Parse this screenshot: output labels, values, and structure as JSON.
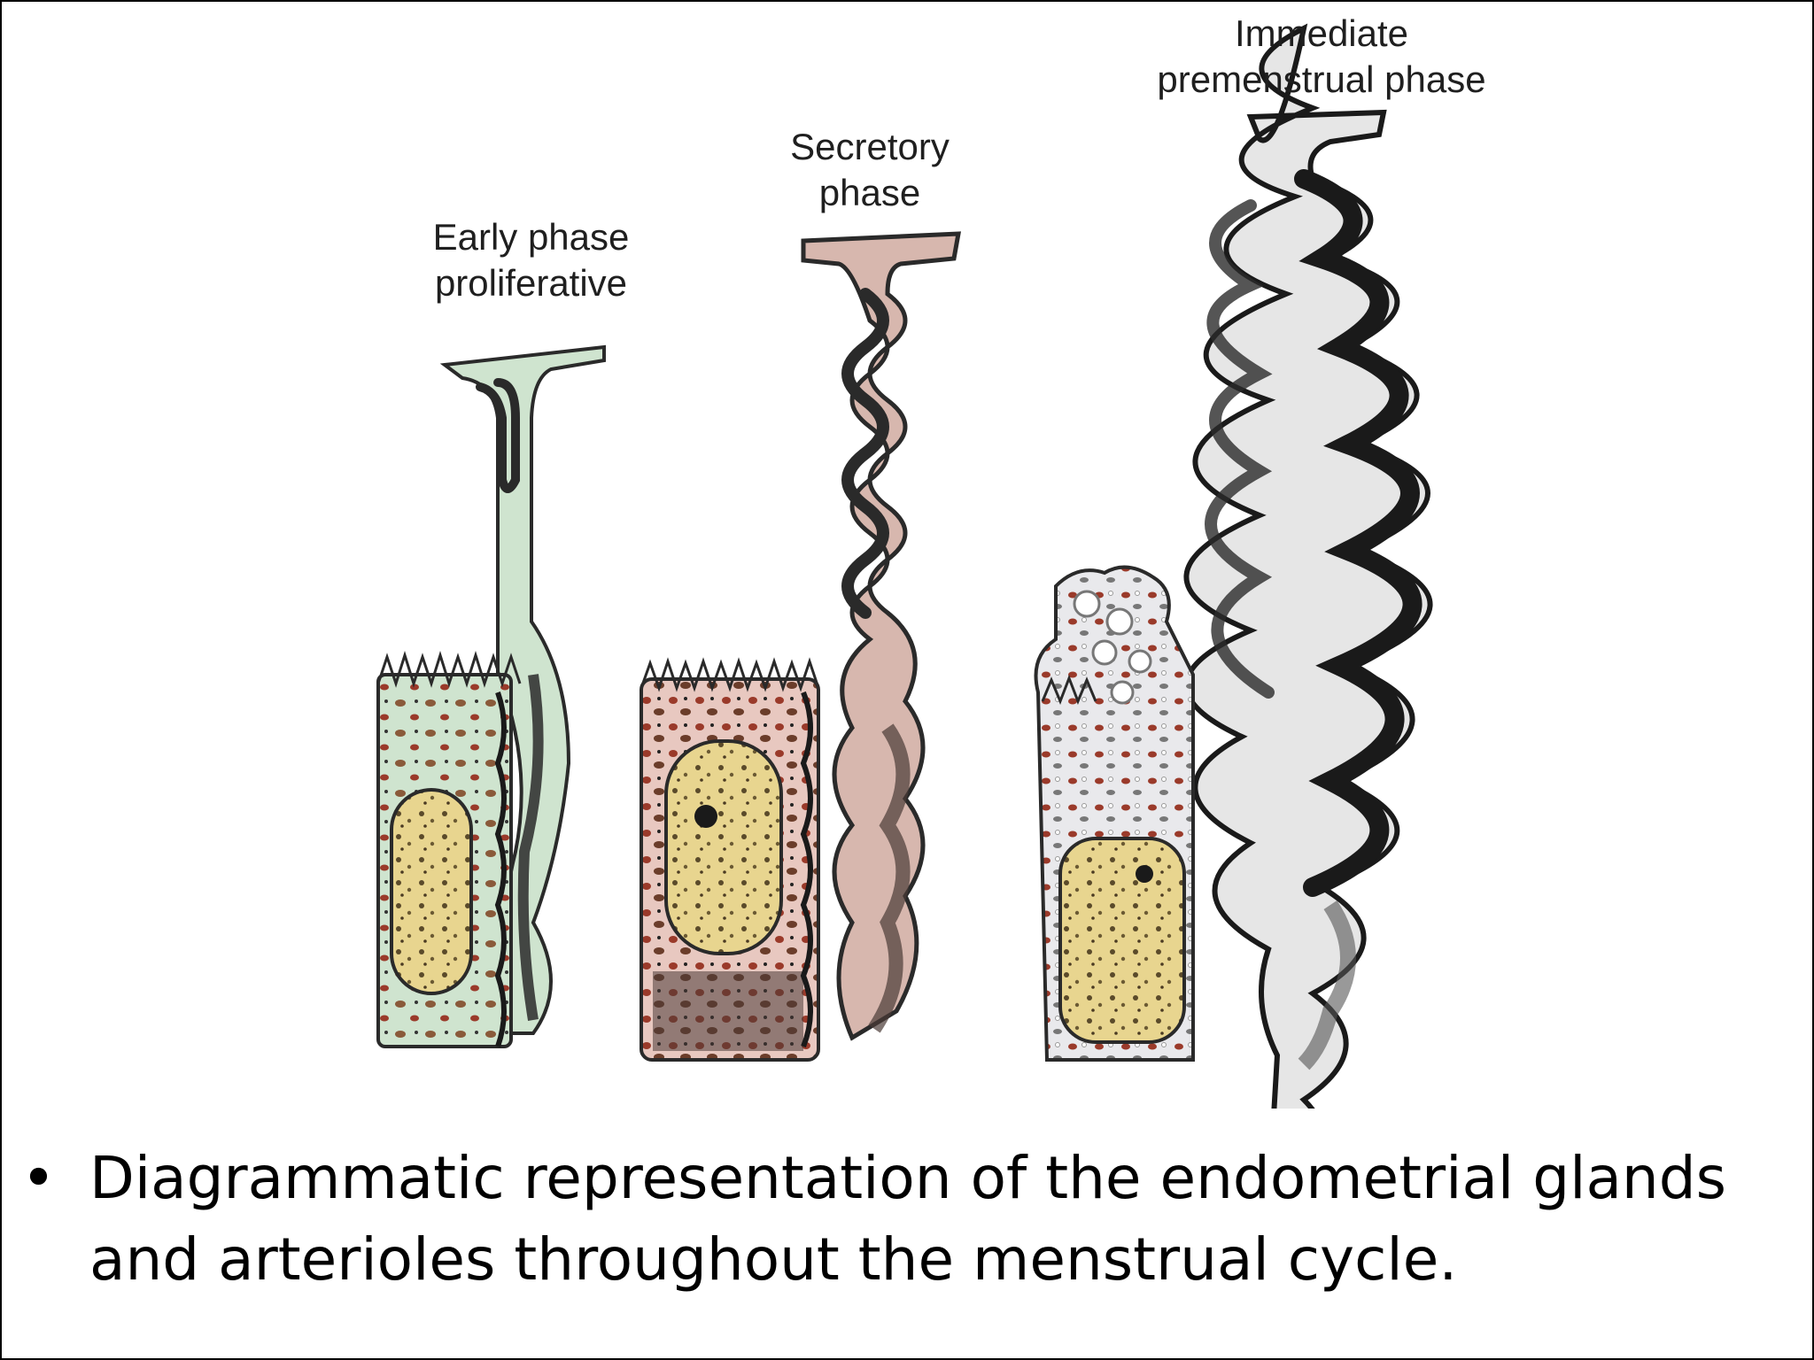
{
  "labels": {
    "early": [
      "Early phase",
      "proliferative"
    ],
    "secretory": [
      "Secretory",
      "phase"
    ],
    "premenstrual": [
      "Immediate",
      "premenstrual phase"
    ]
  },
  "caption": {
    "bullet": "•",
    "text": "Diagrammatic representation of the endometrial glands and arterioles throughout the menstrual cycle."
  },
  "colors": {
    "proliferative_tissue": "#cfe4cf",
    "secretory_tissue": "#e8c8c0",
    "premenstrual_tissue": "#e6e6e6",
    "nucleus": "#e8d58f",
    "gland_dark": "#2a2a2a",
    "red_cells": "#9a3a2a"
  }
}
